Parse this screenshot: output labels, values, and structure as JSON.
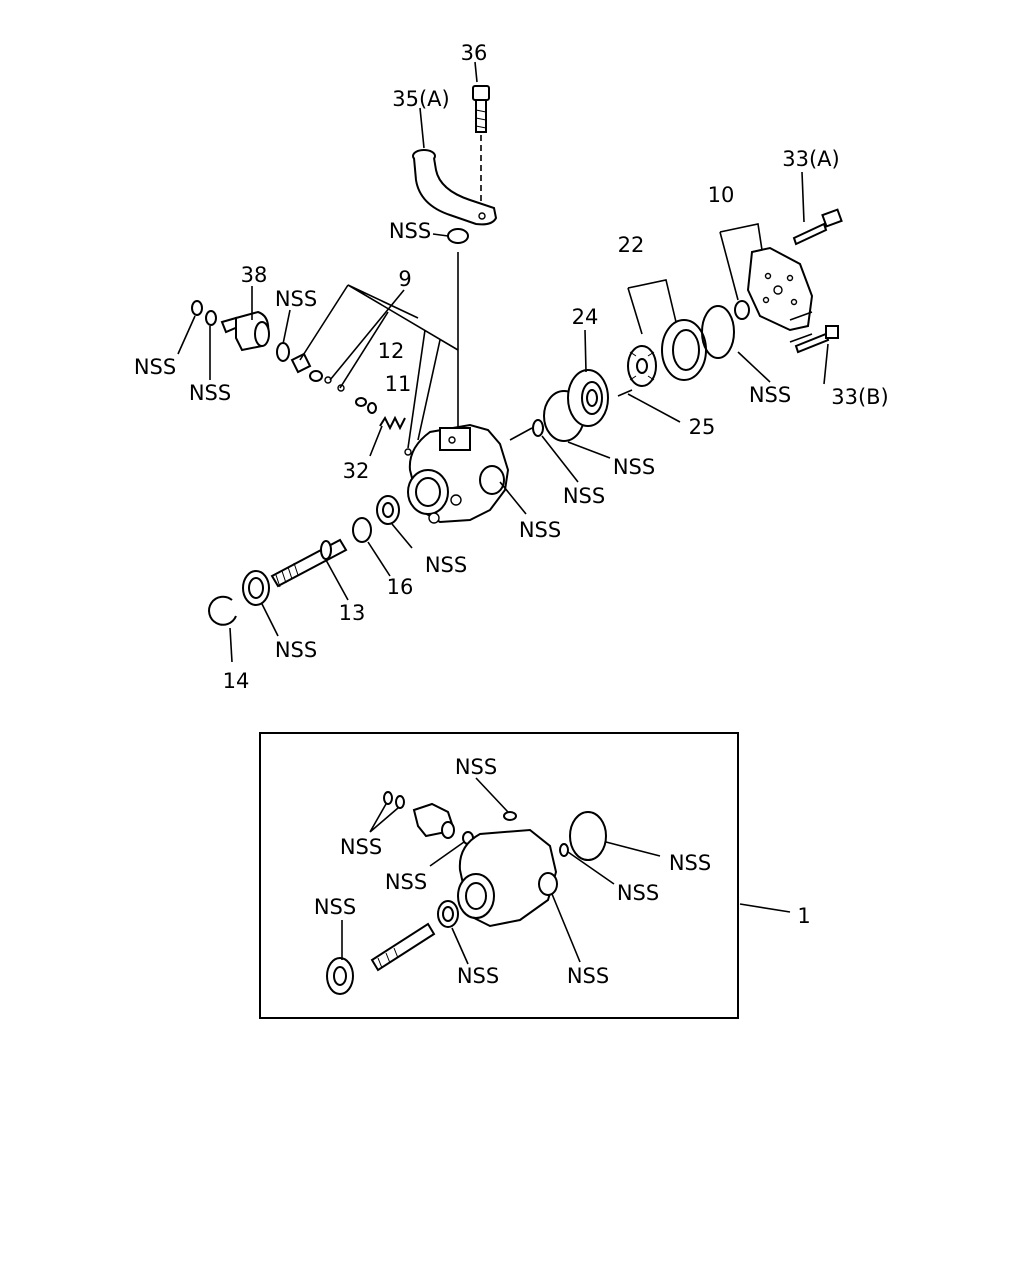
{
  "labels": {
    "l36": "36",
    "l35a": "35(A)",
    "l33a": "33(A)",
    "l10": "10",
    "l22": "22",
    "l24": "24",
    "l38": "38",
    "l9": "9",
    "l12": "12",
    "l11": "11",
    "l32": "32",
    "l25": "25",
    "l33b": "33(B)",
    "l16": "16",
    "l13": "13",
    "l14": "14",
    "l1": "1",
    "nss": "NSS"
  }
}
